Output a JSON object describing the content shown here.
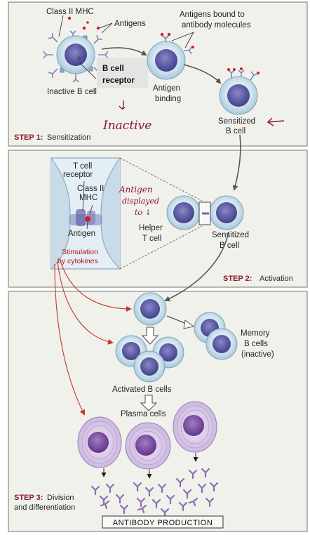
{
  "step1": {
    "number": "STEP 1:",
    "name": "Sensitization",
    "label_class2_mhc": "Class II MHC",
    "label_antigens": "Antigens",
    "label_antigens_bound_1": "Antigens bound to",
    "label_antigens_bound_2": "antibody molecules",
    "label_bcell_receptor_1": "B cell",
    "label_bcell_receptor_2": "receptor",
    "label_inactive_bcell": "Inactive B cell",
    "label_antigen_binding_1": "Antigen",
    "label_antigen_binding_2": "binding",
    "label_sensitized_1": "Sensitized",
    "label_sensitized_2": "B cell",
    "handwritten_note": "Inactive"
  },
  "step2": {
    "number": "STEP 2:",
    "name": "Activation",
    "label_tcell_receptor_1": "T cell",
    "label_tcell_receptor_2": "receptor",
    "label_class2_1": "Class II",
    "label_class2_2": "MHC",
    "label_antigen": "Antigen",
    "label_stimulation_1": "Stimulation",
    "label_stimulation_2": "by cytokines",
    "label_helper_1": "Helper",
    "label_helper_2": "T cell",
    "label_sensitized_1": "Sensitized",
    "label_sensitized_2": "B cell",
    "handwritten_1": "Antigen",
    "handwritten_2": "displayed",
    "handwritten_3": "to ↓"
  },
  "step3": {
    "number": "STEP 3:",
    "name_1": "Division",
    "name_2": "and differentiation",
    "label_memory_1": "Memory",
    "label_memory_2": "B cells",
    "label_memory_3": "(inactive)",
    "label_activated": "Activated B cells",
    "label_plasma": "Plasma cells",
    "label_production": "ANTIBODY PRODUCTION"
  },
  "colors": {
    "panel_bg": "#f1f1ec",
    "panel_border": "#8a8a86",
    "cell_outer": "#b9d6e6",
    "cell_nucleus": "#5a58a0",
    "plasma_outer": "#c9b4dc",
    "plasma_nucleus": "#6b3d8f",
    "antibody": "#8a6fb0",
    "red_arrow": "#c0392b",
    "handwriting": "#8a1238"
  }
}
